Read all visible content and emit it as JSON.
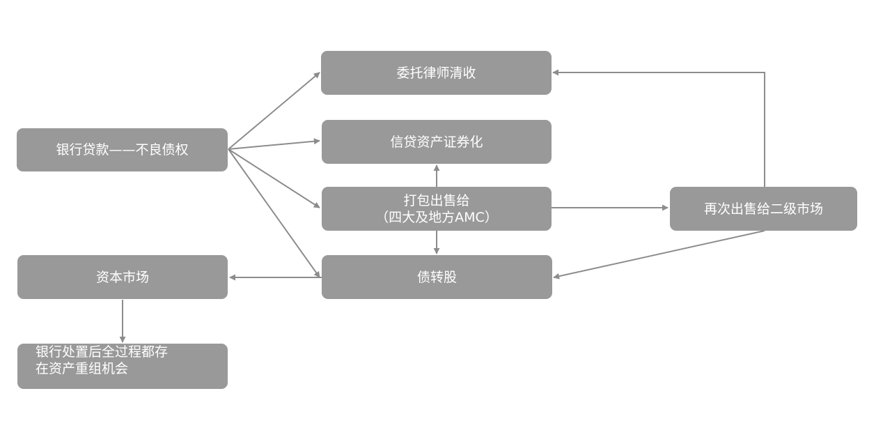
{
  "colors": {
    "node_fill": "#999999",
    "node_text": "#ffffff",
    "edge": "#8c8c8c",
    "background": "#ffffff"
  },
  "nodes": {
    "bank_loan": {
      "text": "银行贷款——不良债权"
    },
    "lawyer": {
      "text": "委托律师清收"
    },
    "securitization": {
      "text": "信贷资产证券化"
    },
    "package_sale": {
      "line1": "打包出售给",
      "line2": "（四大及地方AMC）"
    },
    "debt_to_equity": {
      "text": "债转股"
    },
    "secondary_market": {
      "text": "再次出售给二级市场"
    },
    "capital_market": {
      "text": "资本市场"
    },
    "restructuring": {
      "line1": "银行处置后全过程都存",
      "line2": "在资产重组机会"
    }
  },
  "edges": [
    {
      "from": "bank_loan",
      "to": "lawyer"
    },
    {
      "from": "bank_loan",
      "to": "securitization"
    },
    {
      "from": "bank_loan",
      "to": "package_sale"
    },
    {
      "from": "bank_loan",
      "to": "debt_to_equity"
    },
    {
      "from": "package_sale",
      "to": "securitization"
    },
    {
      "from": "package_sale",
      "to": "debt_to_equity"
    },
    {
      "from": "package_sale",
      "to": "secondary_market"
    },
    {
      "from": "secondary_market",
      "to": "lawyer"
    },
    {
      "from": "secondary_market",
      "to": "debt_to_equity"
    },
    {
      "from": "debt_to_equity",
      "to": "capital_market"
    },
    {
      "from": "capital_market",
      "to": "restructuring"
    }
  ]
}
